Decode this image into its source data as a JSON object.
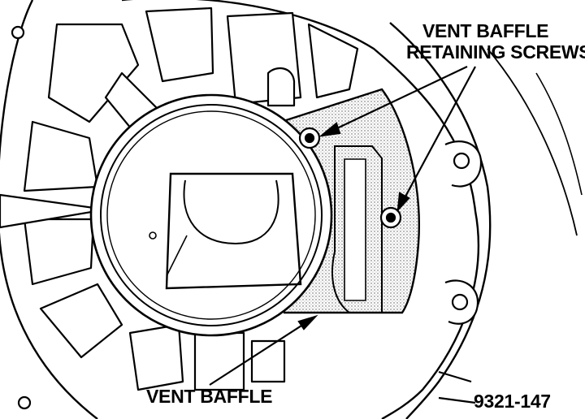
{
  "labels": {
    "retaining_screws_line1": "VENT BAFFLE",
    "retaining_screws_line2": "RETAINING SCREWS",
    "vent_baffle": "VENT BAFFLE",
    "figure_number": "9321-147"
  },
  "colors": {
    "ink": "#000000",
    "paper": "#ffffff",
    "baffle_shade": "#c9c9c9"
  }
}
